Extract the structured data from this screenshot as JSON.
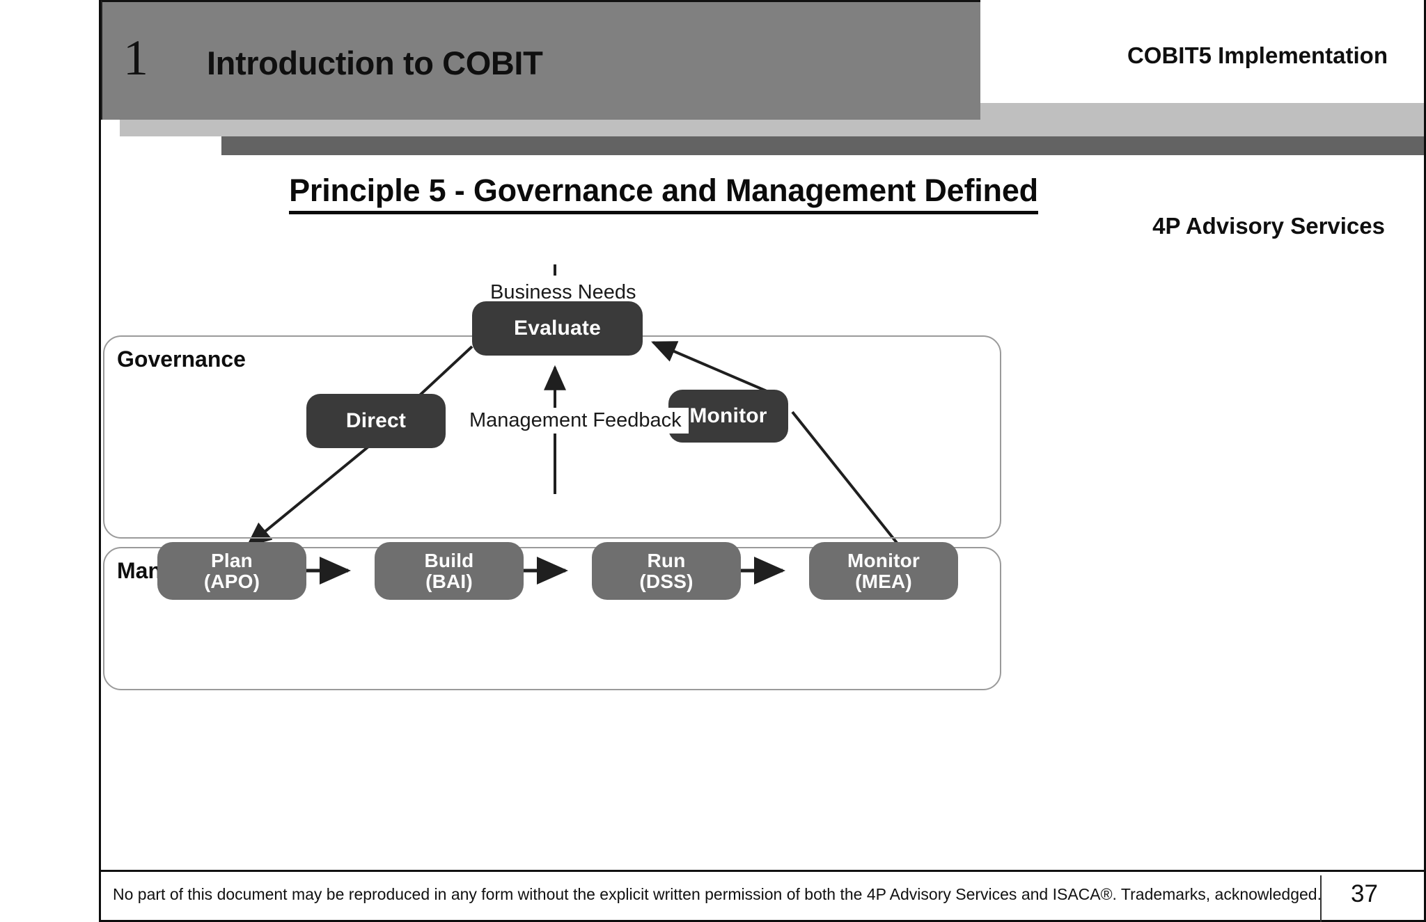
{
  "header": {
    "section_number": "1",
    "section_title": "Introduction to COBIT",
    "course_title": "COBIT5 Implementation",
    "company": "4P Advisory Services",
    "band_dark_color": "#808080",
    "band_light_color": "#bfbfbf",
    "band_strip_color": "#636363"
  },
  "slide": {
    "title": "Principle 5 - Governance and Management Defined"
  },
  "diagram": {
    "input_label": "Business Needs",
    "feedback_label": "Management Feedback",
    "governance": {
      "label": "Governance",
      "node_color": "#3a3a3a",
      "nodes": [
        {
          "id": "evaluate",
          "label": "Evaluate"
        },
        {
          "id": "direct",
          "label": "Direct"
        },
        {
          "id": "monitor",
          "label": "Monitor"
        }
      ]
    },
    "management": {
      "label": "Management",
      "node_color": "#6f6f6f",
      "nodes": [
        {
          "id": "plan",
          "line1": "Plan",
          "line2": "(APO)"
        },
        {
          "id": "build",
          "line1": "Build",
          "line2": "(BAI)"
        },
        {
          "id": "run",
          "line1": "Run",
          "line2": "(DSS)"
        },
        {
          "id": "monitor-mea",
          "line1": "Monitor",
          "line2": "(MEA)"
        }
      ]
    }
  },
  "footer": {
    "notice": "No part of this document may be reproduced in any form without the explicit written permission of both the 4P Advisory Services and ISACA®. Trademarks, acknowledged.",
    "page_number": "37"
  }
}
